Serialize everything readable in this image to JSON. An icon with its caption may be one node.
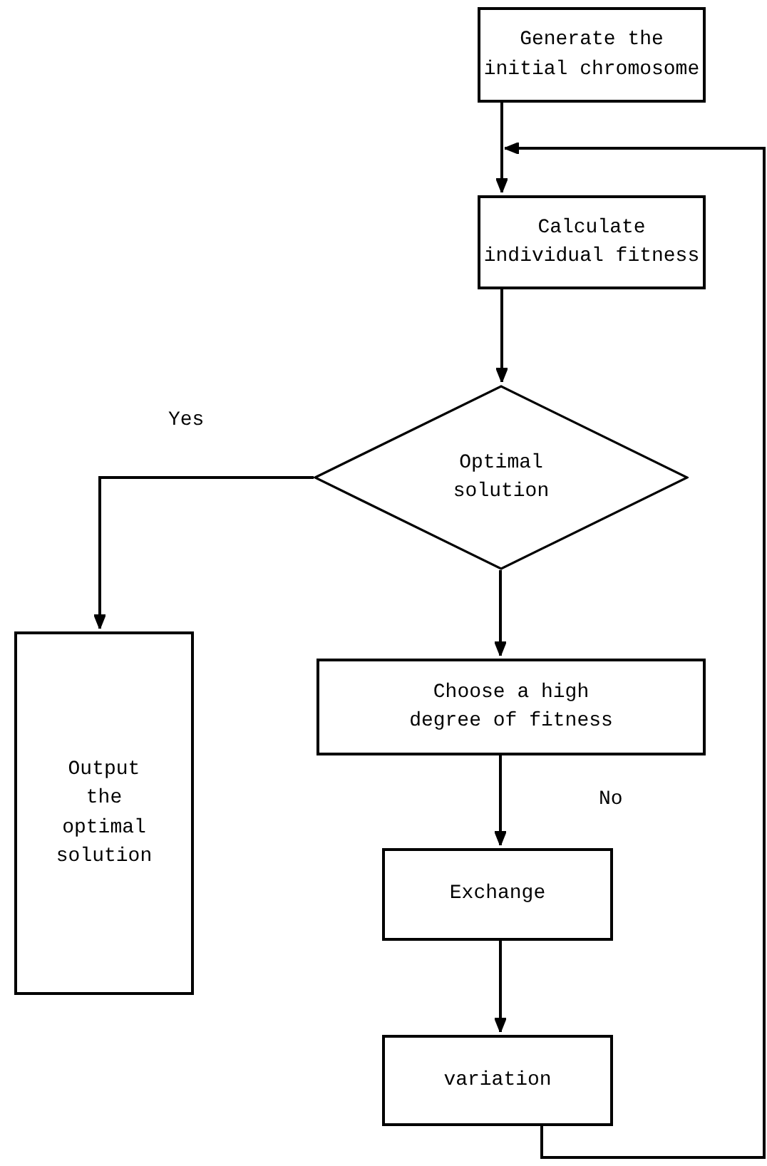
{
  "diagram": {
    "nodes": [
      {
        "text": [
          "Generate the initial chromosome"
        ]
      },
      {
        "text": [
          "Calculate individual fitness"
        ]
      },
      {
        "text": [
          "Optimal solution"
        ]
      },
      {
        "text": [
          "Output the optimal solution"
        ]
      },
      {
        "text": [
          "Choose a high degree of fitness"
        ]
      },
      {
        "text": [
          "Exchange"
        ]
      },
      {
        "text": [
          "variation"
        ]
      }
    ],
    "edges": [
      {
        "from": 0,
        "to": 1,
        "arrow": "to"
      },
      {
        "from": 1,
        "to": 2,
        "arrow": "to"
      },
      {
        "from": 2,
        "to": 3,
        "arrow": "to",
        "label": "Yes"
      },
      {
        "from": 2,
        "to": 4,
        "arrow": "to"
      },
      {
        "from": 4,
        "to": 5,
        "arrow": "to",
        "label": "No"
      },
      {
        "from": 5,
        "to": 6,
        "arrow": "to"
      },
      {
        "from": 6,
        "to": 1,
        "arrow": "to"
      }
    ]
  }
}
